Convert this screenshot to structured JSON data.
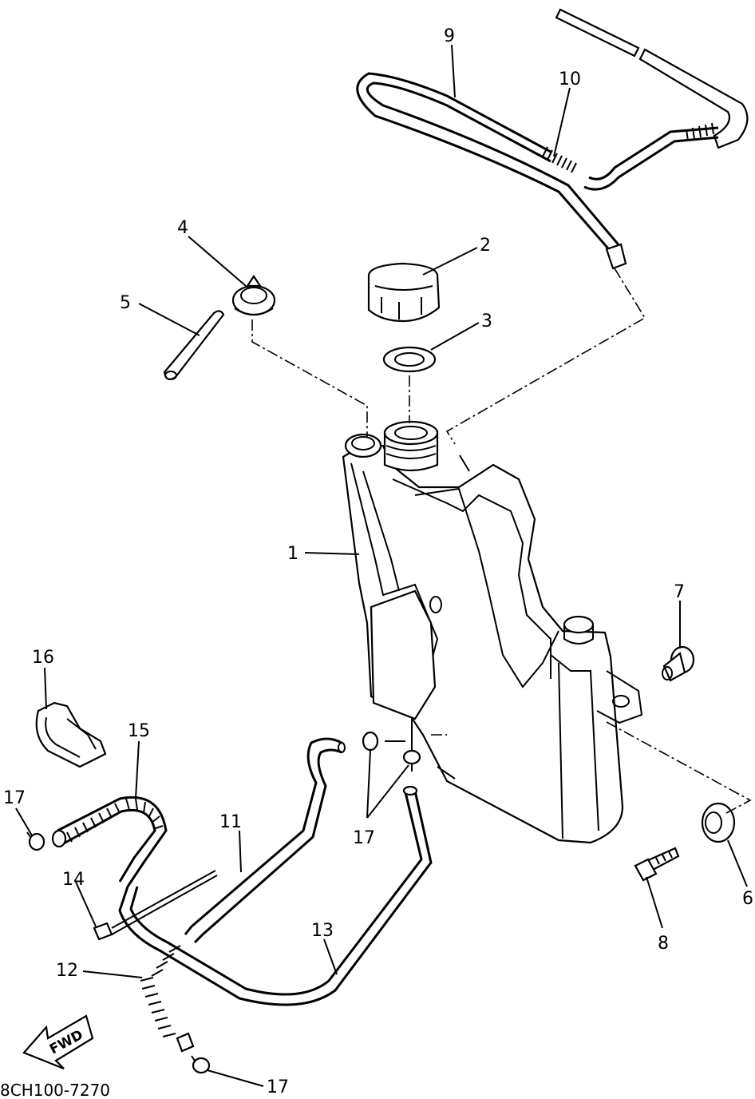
{
  "diagram_code": "8CH100-7270",
  "fwd_label": "FWD",
  "callouts": [
    {
      "id": "c1",
      "label": "1"
    },
    {
      "id": "c2",
      "label": "2"
    },
    {
      "id": "c3",
      "label": "3"
    },
    {
      "id": "c4",
      "label": "4"
    },
    {
      "id": "c5",
      "label": "5"
    },
    {
      "id": "c6",
      "label": "6"
    },
    {
      "id": "c7",
      "label": "7"
    },
    {
      "id": "c8",
      "label": "8"
    },
    {
      "id": "c9",
      "label": "9"
    },
    {
      "id": "c10",
      "label": "10"
    },
    {
      "id": "c11",
      "label": "11"
    },
    {
      "id": "c12",
      "label": "12"
    },
    {
      "id": "c13",
      "label": "13"
    },
    {
      "id": "c14",
      "label": "14"
    },
    {
      "id": "c15",
      "label": "15"
    },
    {
      "id": "c16",
      "label": "16"
    },
    {
      "id": "c17a",
      "label": "17"
    },
    {
      "id": "c17b",
      "label": "17"
    },
    {
      "id": "c17c",
      "label": "17"
    }
  ]
}
